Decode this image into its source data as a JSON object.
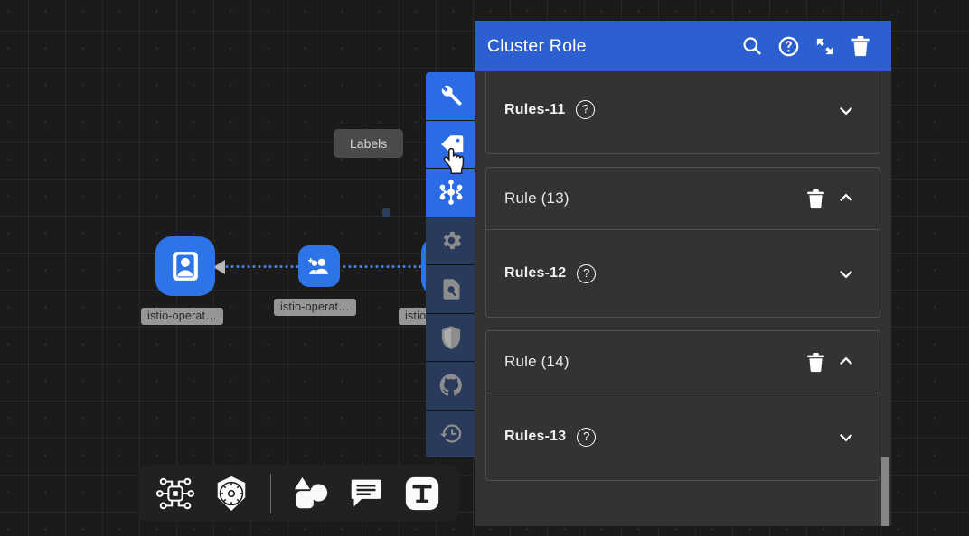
{
  "panel": {
    "title": "Cluster Role",
    "header_actions": [
      {
        "name": "search-icon",
        "label": "Search"
      },
      {
        "name": "help-icon",
        "label": "Help"
      },
      {
        "name": "expand-icon",
        "label": "Expand"
      },
      {
        "name": "delete-icon",
        "label": "Delete"
      }
    ],
    "accent_color": "#2c60d0",
    "background_color": "#333333",
    "cards": [
      {
        "kind": "rules-partial",
        "rules_label": "Rules-11",
        "help_icon": "?",
        "chevron": "down"
      },
      {
        "kind": "rule-group",
        "rule_label": "Rule (13)",
        "delete_icon": "trash",
        "chevron": "up",
        "rules_label": "Rules-12",
        "help_icon": "?",
        "rules_chevron": "down"
      },
      {
        "kind": "rule-group",
        "rule_label": "Rule (14)",
        "delete_icon": "trash",
        "chevron": "up",
        "rules_label": "Rules-13",
        "help_icon": "?",
        "rules_chevron": "down"
      }
    ]
  },
  "vertical_toolbar": {
    "items": [
      {
        "name": "wrench-icon",
        "label": "Tools",
        "active": true
      },
      {
        "name": "tag-icon",
        "label": "Labels",
        "active": true
      },
      {
        "name": "nodes-icon",
        "label": "Topology",
        "active": true
      },
      {
        "name": "gear-icon",
        "label": "Settings",
        "active": false
      },
      {
        "name": "document-search-icon",
        "label": "Inspect",
        "active": false
      },
      {
        "name": "shield-icon",
        "label": "Security",
        "active": false
      },
      {
        "name": "github-icon",
        "label": "GitHub",
        "active": false
      },
      {
        "name": "history-icon",
        "label": "History",
        "active": false
      }
    ],
    "active_color": "#2b6ce6",
    "inactive_color": "#2a3a5b"
  },
  "tooltip": {
    "text": "Labels"
  },
  "bottom_toolbar": {
    "items": [
      {
        "name": "circuit-icon",
        "label": "Infrastructure"
      },
      {
        "name": "kubernetes-icon",
        "label": "Kubernetes"
      },
      {
        "name": "shapes-icon",
        "label": "Shapes"
      },
      {
        "name": "comment-icon",
        "label": "Comment"
      },
      {
        "name": "text-icon",
        "label": "Text"
      }
    ]
  },
  "graph": {
    "nodes": [
      {
        "name": "node-service-account",
        "icon": "id-badge-icon",
        "label": "istio-operat…"
      },
      {
        "name": "node-role-binding",
        "icon": "add-group-icon",
        "label": "istio-operat…"
      },
      {
        "name": "node-cluster-role",
        "icon": "cluster-role-icon",
        "label": "istio"
      }
    ],
    "node_color": "#2c74e8"
  }
}
